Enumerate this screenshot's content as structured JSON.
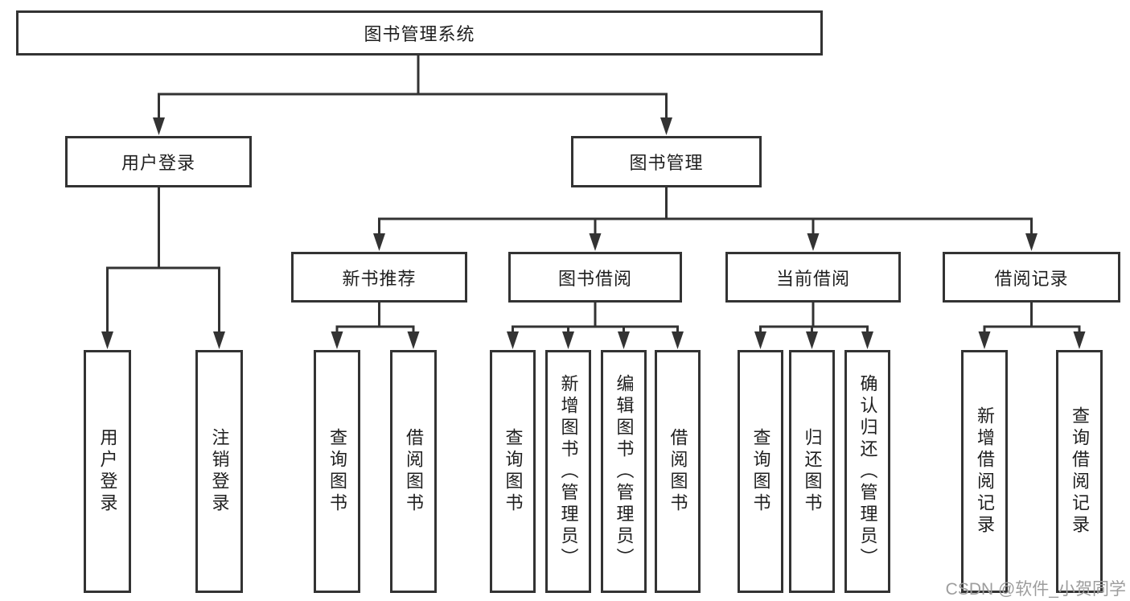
{
  "colors": {
    "line": "#333333",
    "text": "#1f1f1f",
    "watermark": "#9d9d9d",
    "background": "#ffffff"
  },
  "watermark": "CSDN @软件_小贺同学",
  "tree": {
    "root": {
      "label": "图书管理系统"
    },
    "user_login": {
      "label": "用户登录",
      "children": [
        {
          "label": "用户登录"
        },
        {
          "label": "注销登录"
        }
      ]
    },
    "book_mgmt": {
      "label": "图书管理",
      "children": {
        "new_books": {
          "label": "新书推荐",
          "children": [
            {
              "label": "查询图书"
            },
            {
              "label": "借阅图书"
            }
          ]
        },
        "book_borrow": {
          "label": "图书借阅",
          "children": [
            {
              "label": "查询图书"
            },
            {
              "label": "新增图书（管理员）"
            },
            {
              "label": "编辑图书（管理员）"
            },
            {
              "label": "借阅图书"
            }
          ]
        },
        "current_borrow": {
          "label": "当前借阅",
          "children": [
            {
              "label": "查询图书"
            },
            {
              "label": "归还图书"
            },
            {
              "label": "确认归还（管理员）"
            }
          ]
        },
        "borrow_records": {
          "label": "借阅记录",
          "children": [
            {
              "label": "新增借阅记录"
            },
            {
              "label": "查询借阅记录"
            }
          ]
        }
      }
    }
  }
}
